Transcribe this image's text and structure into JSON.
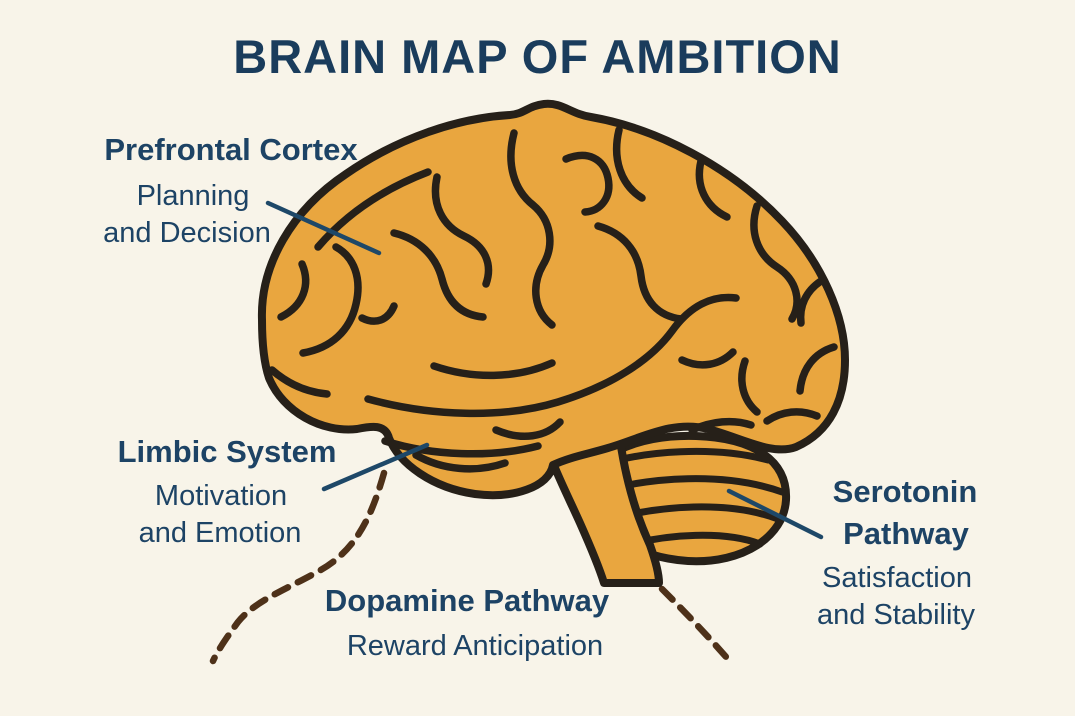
{
  "title": "BRAIN MAP OF AMBITION",
  "colors": {
    "background": "#f8f4e9",
    "title_color": "#1a3c5c",
    "label_color": "#1d4365",
    "brain_fill": "#e9a63f",
    "brain_outline": "#262019",
    "leader_line": "#1e4868",
    "dashed_path": "#4e3119"
  },
  "illustration": {
    "parts": [
      "cerebrum",
      "cerebellum",
      "brain-stem",
      "dopamine-dashed-pathway"
    ]
  },
  "annotations": {
    "prefrontal": {
      "title": "Prefrontal Cortex",
      "line1": "Planning",
      "line2": "and Decision"
    },
    "limbic": {
      "title": "Limbic System",
      "line1": "Motivation",
      "line2": "and Emotion"
    },
    "dopamine": {
      "title": "Dopamine Pathway",
      "line1": "Reward Anticipation"
    },
    "serotonin": {
      "title1": "Serotonin",
      "title2": "Pathway",
      "line1": "Satisfaction",
      "line2": "and Stability"
    }
  }
}
